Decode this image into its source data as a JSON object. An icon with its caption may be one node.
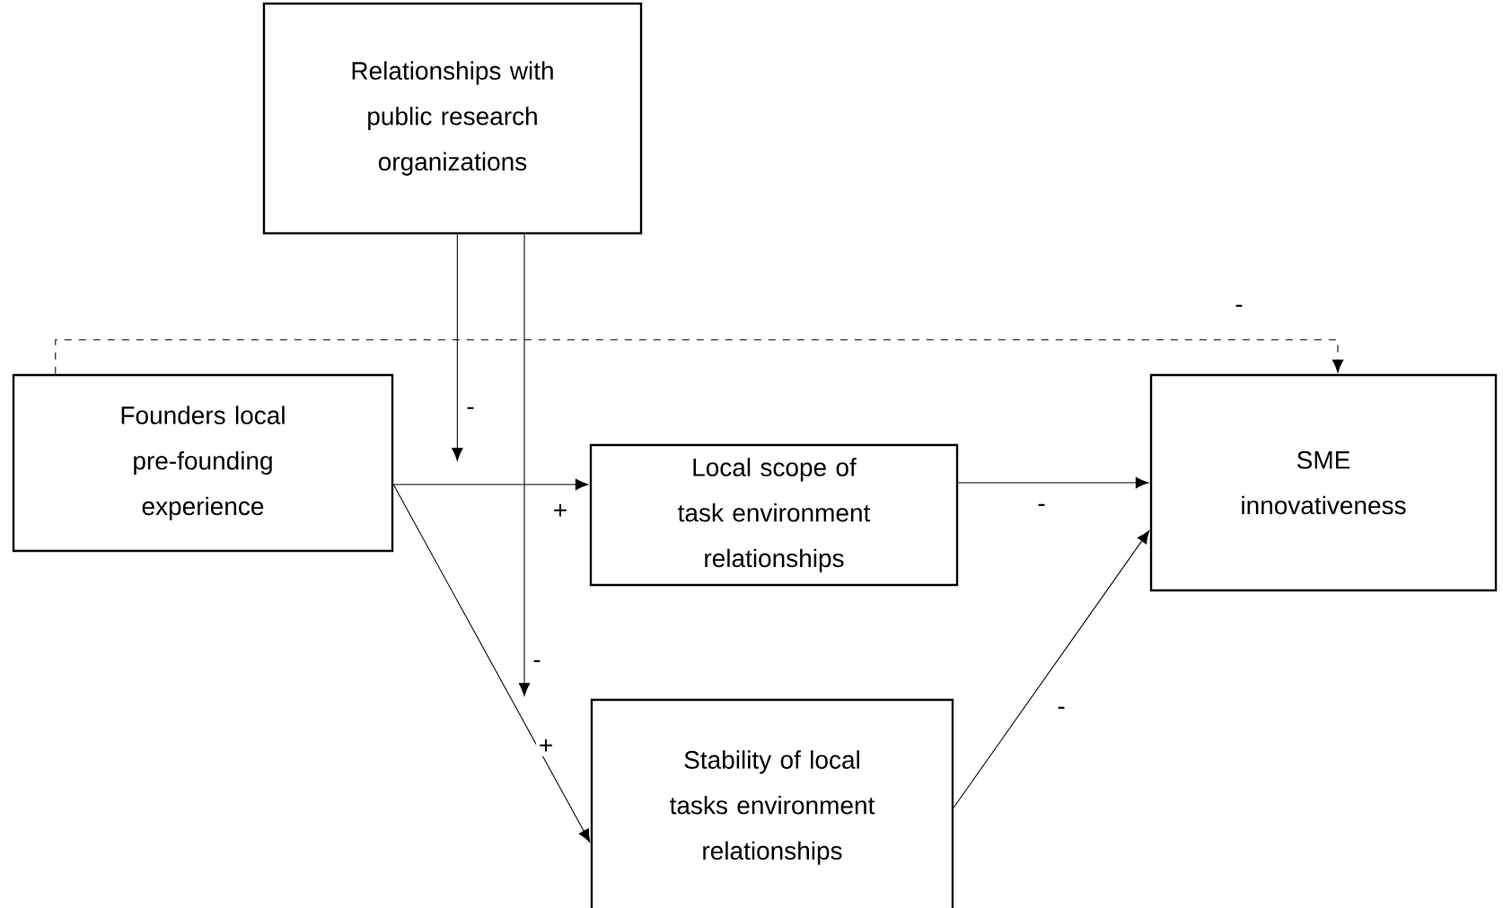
{
  "diagram": {
    "nodes": [
      {
        "text": [
          "Relationships with public research organizations"
        ]
      },
      {
        "text": [
          "Founders local pre-founding experience"
        ]
      },
      {
        "text": [
          "Local scope of task environment relationships"
        ]
      },
      {
        "text": [
          "SME innovativeness"
        ]
      },
      {
        "text": [
          "Stability of local tasks environment relationships"
        ]
      }
    ],
    "edges": [
      {
        "from": 1,
        "to": 2,
        "arrow": "to",
        "label": "+"
      },
      {
        "from": 1,
        "to": 4,
        "arrow": "to",
        "label": "+"
      },
      {
        "from": 2,
        "to": 3,
        "arrow": "to",
        "label": "-"
      },
      {
        "from": 4,
        "to": 3,
        "arrow": "to",
        "label": "-"
      },
      {
        "from": 1,
        "to": 3,
        "arrow": "to",
        "label": "-",
        "style": "dashed"
      },
      {
        "from": 0,
        "to": null,
        "arrow": "to",
        "label": "-"
      },
      {
        "from": 0,
        "to": null,
        "arrow": "to",
        "label": "-"
      }
    ]
  }
}
